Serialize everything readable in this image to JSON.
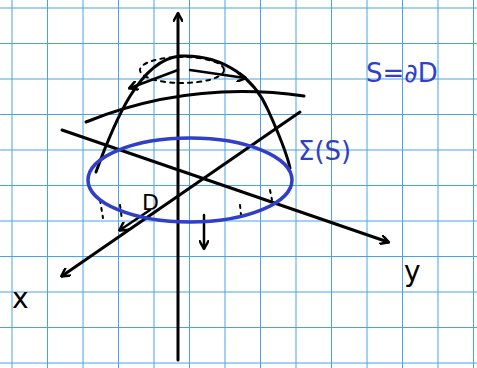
{
  "diagram": {
    "labels": [
      "x",
      "y",
      "D",
      "S=∂D",
      "Σ(S)"
    ]
  }
}
